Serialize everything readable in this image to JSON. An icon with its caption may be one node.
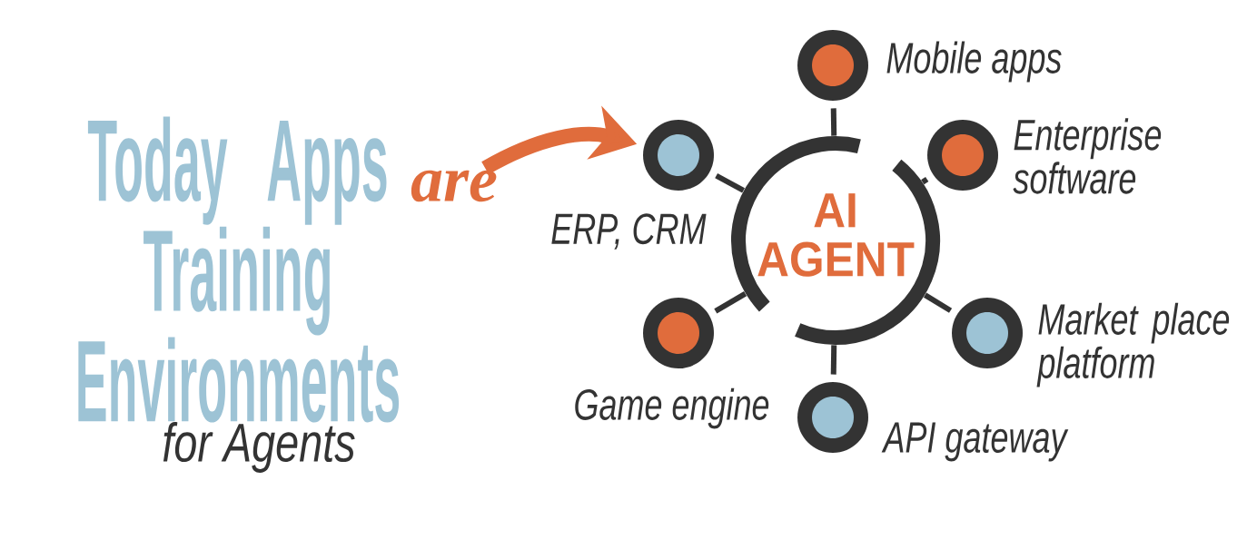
{
  "diagram": {
    "title": "Today Apps Training Environments",
    "nodes": [
      {
        "text": [
          "are"
        ]
      },
      {
        "text": [
          "AI AGENT"
        ]
      },
      {
        "text": [],
        "shape": "circle",
        "beside": [
          "Mobile apps"
        ]
      },
      {
        "text": [],
        "shape": "circle",
        "beside": [
          "ERP, CRM"
        ]
      },
      {
        "text": [],
        "shape": "circle",
        "beside": [
          "Enterprise software"
        ]
      },
      {
        "text": [],
        "shape": "circle",
        "beside": [
          "Game engine"
        ]
      },
      {
        "text": [],
        "shape": "circle",
        "beside": [
          "Market place platform"
        ]
      },
      {
        "text": [],
        "shape": "circle",
        "beside": [
          "API gateway"
        ]
      }
    ],
    "edges": [
      {
        "from": 0,
        "to": 3,
        "arrow": "to",
        "style": "thick",
        "color": "#e06c3c"
      },
      {
        "from": 1,
        "to": 2,
        "arrow": "none"
      },
      {
        "from": 1,
        "to": 3,
        "arrow": "none"
      },
      {
        "from": 1,
        "to": 4,
        "arrow": "none"
      },
      {
        "from": 1,
        "to": 5,
        "arrow": "none"
      },
      {
        "from": 1,
        "to": 6,
        "arrow": "none"
      },
      {
        "from": 1,
        "to": 7,
        "arrow": "none"
      }
    ],
    "labels": [
      "for Agents"
    ]
  }
}
